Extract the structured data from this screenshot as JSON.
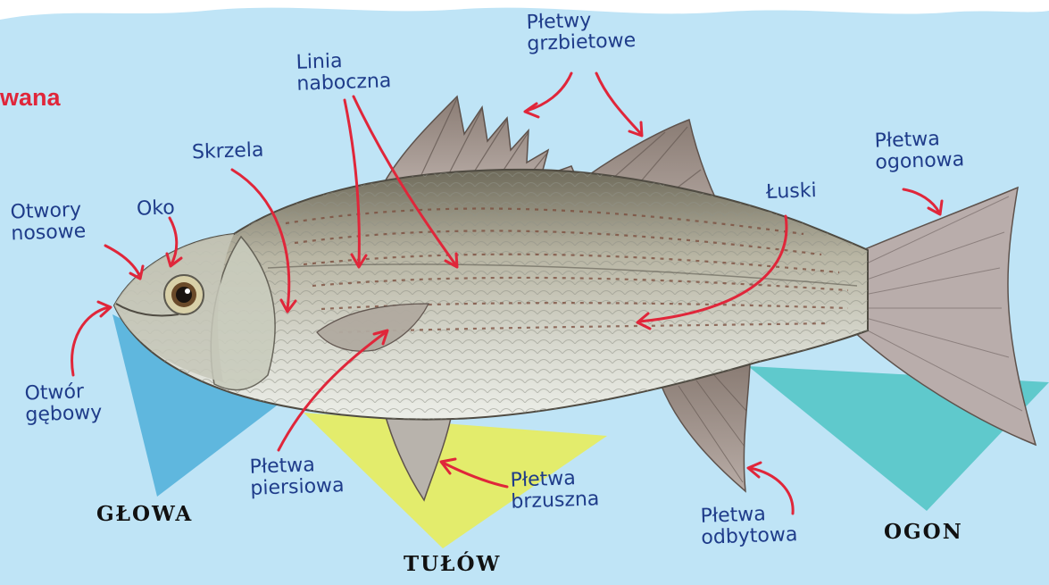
{
  "header_fragment": "wana",
  "labels": {
    "otwory_nosowe": [
      "Otwory",
      "nosowe"
    ],
    "oko": "Oko",
    "skrzela": "Skrzela",
    "linia_naboczna": [
      "Linia",
      "naboczna"
    ],
    "pletwy_grzbietowe": [
      "Płetwy",
      "grzbietowe"
    ],
    "pletwa_ogonowa": [
      "Płetwa",
      "ogonowa"
    ],
    "luski": "Łuski",
    "otwor_gebowy": [
      "Otwór",
      "gębowy"
    ],
    "pletwa_piersiowa": [
      "Płetwa",
      "piersiowa"
    ],
    "pletwa_brzuszna": [
      "Płetwa",
      "brzuszna"
    ],
    "pletwa_odbytowa": [
      "Płetwa",
      "odbytowa"
    ]
  },
  "body_parts": {
    "head": "GŁOWA",
    "trunk": "TUŁÓW",
    "tail": "OGON"
  },
  "colors": {
    "sky": "#bfe4f6",
    "head_region": "#5fb7de",
    "trunk_region": "#e3ec6c",
    "tail_region": "#5fc9cc",
    "arrow": "#e0263a",
    "label_text": "#1f3c8a",
    "header_text": "#e0263a"
  }
}
